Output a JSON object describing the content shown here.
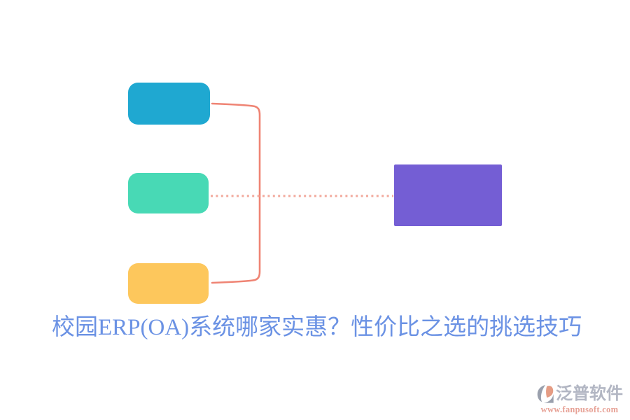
{
  "title": {
    "text": "校园ERP(OA)系统哪家实惠？性价比之选的挑选技巧"
  },
  "diagram": {
    "type": "mind-map",
    "nodes": [
      {
        "id": "branch-top",
        "label": "",
        "color_key": "node_blue",
        "shape": "rounded-rect"
      },
      {
        "id": "branch-middle",
        "label": "",
        "color_key": "node_green",
        "shape": "rounded-rect"
      },
      {
        "id": "branch-bottom",
        "label": "",
        "color_key": "node_yellow",
        "shape": "rounded-rect"
      },
      {
        "id": "main-node",
        "label": "",
        "color_key": "node_purple",
        "shape": "rect"
      }
    ],
    "connectors": [
      {
        "from": "branch-top",
        "to": "branch-bottom",
        "style": "solid-bracket"
      },
      {
        "from": "branch-middle",
        "to": "main-node",
        "style": "dotted"
      }
    ]
  },
  "palette": {
    "node_blue": "#1fa8d1",
    "node_green": "#48d9b5",
    "node_yellow": "#fdc75c",
    "node_purple": "#745ed4",
    "connector_solid": "#ef8474",
    "connector_dotted": "#f2a89c",
    "title_blue": "#6b92e4",
    "brand_gray": "#b2b6c3",
    "brand_salmon": "#e7a195",
    "logo_gray": "#9aa0ad",
    "logo_salmon": "#e59c84"
  },
  "watermark": {
    "brand": "泛普软件",
    "url": "www.fanpusoft.com"
  }
}
